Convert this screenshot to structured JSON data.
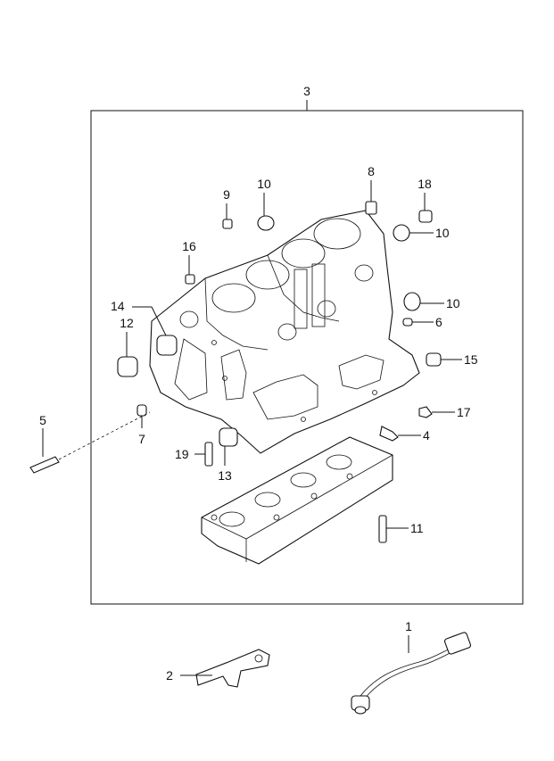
{
  "callouts": {
    "c1": "1",
    "c2": "2",
    "c3": "3",
    "c4": "4",
    "c5": "5",
    "c6": "6",
    "c7": "7",
    "c8": "8",
    "c9": "9",
    "c10a": "10",
    "c10b": "10",
    "c10c": "10",
    "c11": "11",
    "c12": "12",
    "c13": "13",
    "c14": "14",
    "c15": "15",
    "c16": "16",
    "c17": "17",
    "c18": "18",
    "c19": "19"
  }
}
